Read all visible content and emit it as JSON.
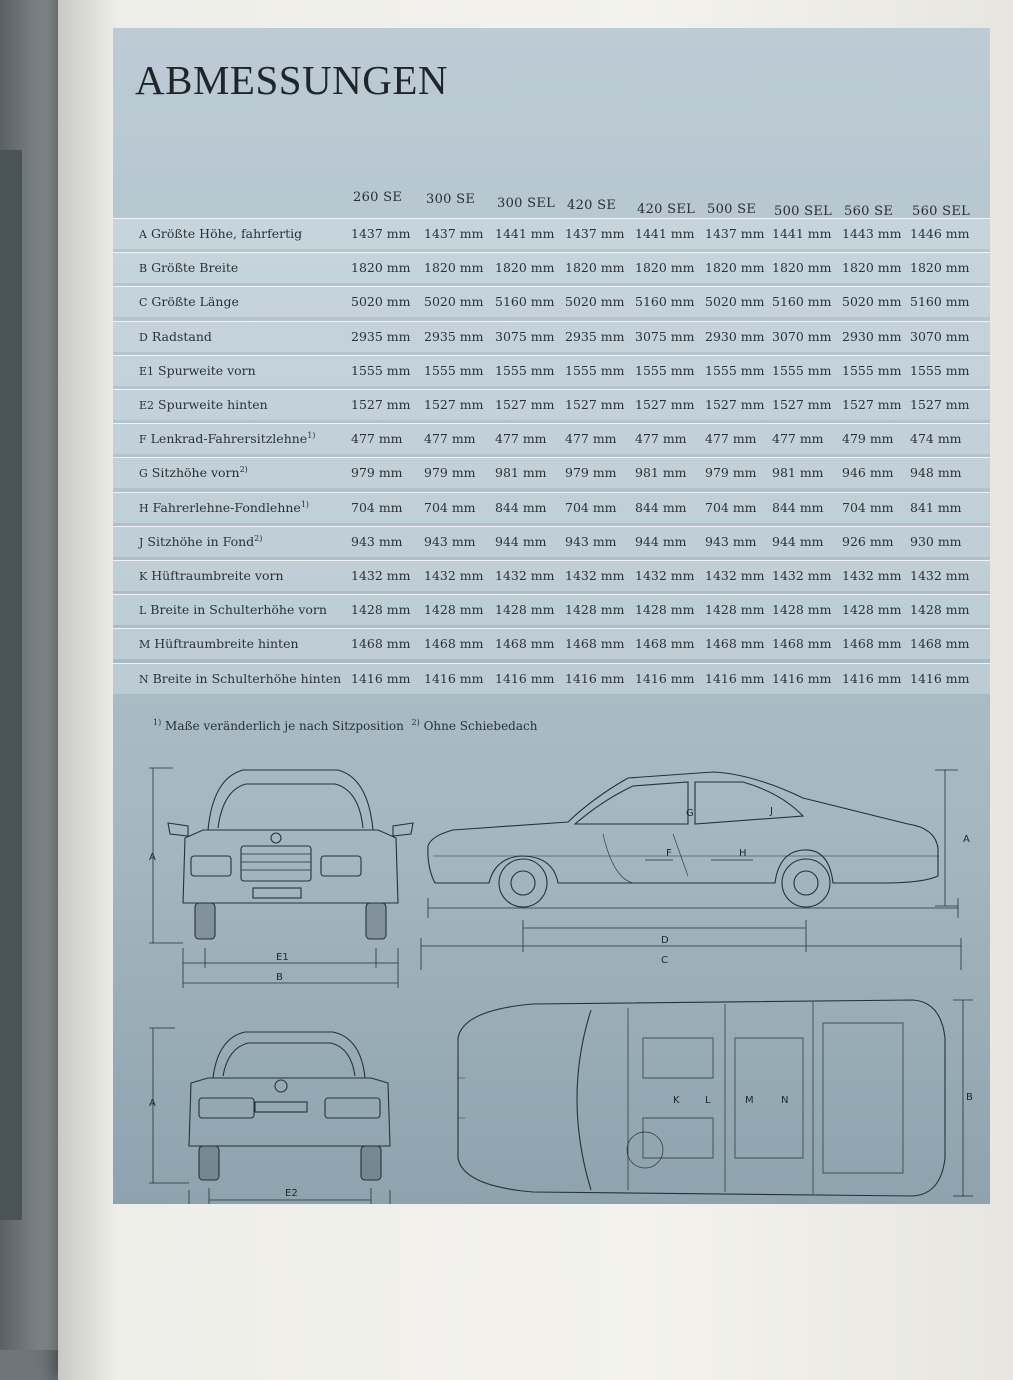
{
  "title": "ABMESSUNGEN",
  "models": [
    "260 SE",
    "300 SE",
    "300 SEL",
    "420 SE",
    "420 SEL",
    "500 SE",
    "500 SEL",
    "560 SE",
    "560 SEL"
  ],
  "rows": [
    {
      "letter": "A",
      "label": "Größte Höhe, fahrfertig",
      "sup": "",
      "values": [
        "1437 mm",
        "1437 mm",
        "1441 mm",
        "1437 mm",
        "1441 mm",
        "1437 mm",
        "1441 mm",
        "1443 mm",
        "1446 mm"
      ]
    },
    {
      "letter": "B",
      "label": "Größte Breite",
      "sup": "",
      "values": [
        "1820 mm",
        "1820 mm",
        "1820 mm",
        "1820 mm",
        "1820 mm",
        "1820 mm",
        "1820 mm",
        "1820 mm",
        "1820 mm"
      ]
    },
    {
      "letter": "C",
      "label": "Größte Länge",
      "sup": "",
      "values": [
        "5020 mm",
        "5020 mm",
        "5160 mm",
        "5020 mm",
        "5160 mm",
        "5020 mm",
        "5160 mm",
        "5020 mm",
        "5160 mm"
      ]
    },
    {
      "letter": "D",
      "label": "Radstand",
      "sup": "",
      "values": [
        "2935 mm",
        "2935 mm",
        "3075 mm",
        "2935 mm",
        "3075 mm",
        "2930 mm",
        "3070 mm",
        "2930 mm",
        "3070 mm"
      ]
    },
    {
      "letter": "E1",
      "label": "Spurweite vorn",
      "sup": "",
      "values": [
        "1555 mm",
        "1555 mm",
        "1555 mm",
        "1555 mm",
        "1555 mm",
        "1555 mm",
        "1555 mm",
        "1555 mm",
        "1555 mm"
      ]
    },
    {
      "letter": "E2",
      "label": "Spurweite hinten",
      "sup": "",
      "values": [
        "1527 mm",
        "1527 mm",
        "1527 mm",
        "1527 mm",
        "1527 mm",
        "1527 mm",
        "1527 mm",
        "1527 mm",
        "1527 mm"
      ]
    },
    {
      "letter": "F",
      "label": "Lenkrad-Fahrersitzlehne",
      "sup": "1)",
      "values": [
        "477 mm",
        "477 mm",
        "477 mm",
        "477 mm",
        "477 mm",
        "477 mm",
        "477 mm",
        "479 mm",
        "474 mm"
      ]
    },
    {
      "letter": "G",
      "label": "Sitzhöhe vorn",
      "sup": "2)",
      "values": [
        "979 mm",
        "979 mm",
        "981 mm",
        "979 mm",
        "981 mm",
        "979 mm",
        "981 mm",
        "946 mm",
        "948 mm"
      ]
    },
    {
      "letter": "H",
      "label": "Fahrerlehne-Fondlehne",
      "sup": "1)",
      "values": [
        "704 mm",
        "704 mm",
        "844 mm",
        "704 mm",
        "844 mm",
        "704 mm",
        "844 mm",
        "704 mm",
        "841 mm"
      ]
    },
    {
      "letter": "J",
      "label": "Sitzhöhe in Fond",
      "sup": "2)",
      "values": [
        "943 mm",
        "943 mm",
        "944 mm",
        "943 mm",
        "944 mm",
        "943 mm",
        "944 mm",
        "926 mm",
        "930 mm"
      ]
    },
    {
      "letter": "K",
      "label": "Hüftraumbreite vorn",
      "sup": "",
      "values": [
        "1432 mm",
        "1432 mm",
        "1432 mm",
        "1432 mm",
        "1432 mm",
        "1432 mm",
        "1432 mm",
        "1432 mm",
        "1432 mm"
      ]
    },
    {
      "letter": "L",
      "label": "Breite in Schulterhöhe vorn",
      "sup": "",
      "values": [
        "1428 mm",
        "1428 mm",
        "1428 mm",
        "1428 mm",
        "1428 mm",
        "1428 mm",
        "1428 mm",
        "1428 mm",
        "1428 mm"
      ]
    },
    {
      "letter": "M",
      "label": "Hüftraumbreite hinten",
      "sup": "",
      "values": [
        "1468 mm",
        "1468 mm",
        "1468 mm",
        "1468 mm",
        "1468 mm",
        "1468 mm",
        "1468 mm",
        "1468 mm",
        "1468 mm"
      ]
    },
    {
      "letter": "N",
      "label": "Breite in Schulterhöhe hinten",
      "sup": "",
      "values": [
        "1416 mm",
        "1416 mm",
        "1416 mm",
        "1416 mm",
        "1416 mm",
        "1416 mm",
        "1416 mm",
        "1416 mm",
        "1416 mm"
      ]
    }
  ],
  "footnotes": {
    "mark1": "1)",
    "text1": "Maße veränderlich je nach Sitzposition",
    "mark2": "2)",
    "text2": "Ohne Schiebedach"
  },
  "diagram_labels": {
    "A": "A",
    "B": "B",
    "C": "C",
    "D": "D",
    "E1": "E1",
    "E2": "E2",
    "F": "F",
    "G": "G",
    "H": "H",
    "J": "J",
    "K": "K",
    "L": "L",
    "M": "M",
    "N": "N"
  }
}
